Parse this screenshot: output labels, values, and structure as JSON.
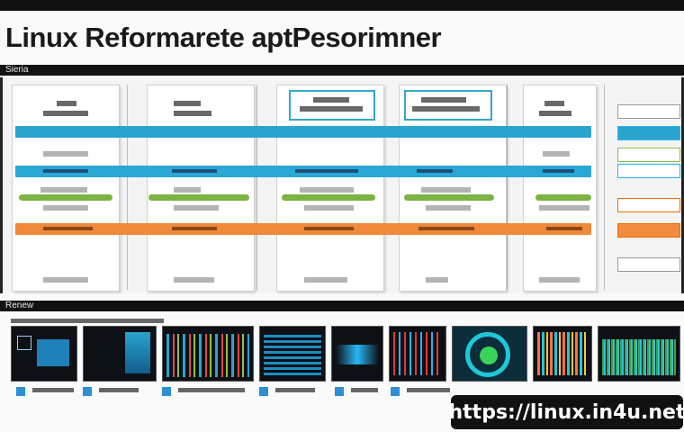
{
  "title": "Linux Reformarete aptPesorimner",
  "top_section_label": "Sieria",
  "bottom_section_label": "Renew",
  "watermark": "https://linux.in4u.net",
  "colors": {
    "blue": "#2aa3cf",
    "orange": "#ee8a3a",
    "green": "#7cb342",
    "dark": "#121212"
  }
}
